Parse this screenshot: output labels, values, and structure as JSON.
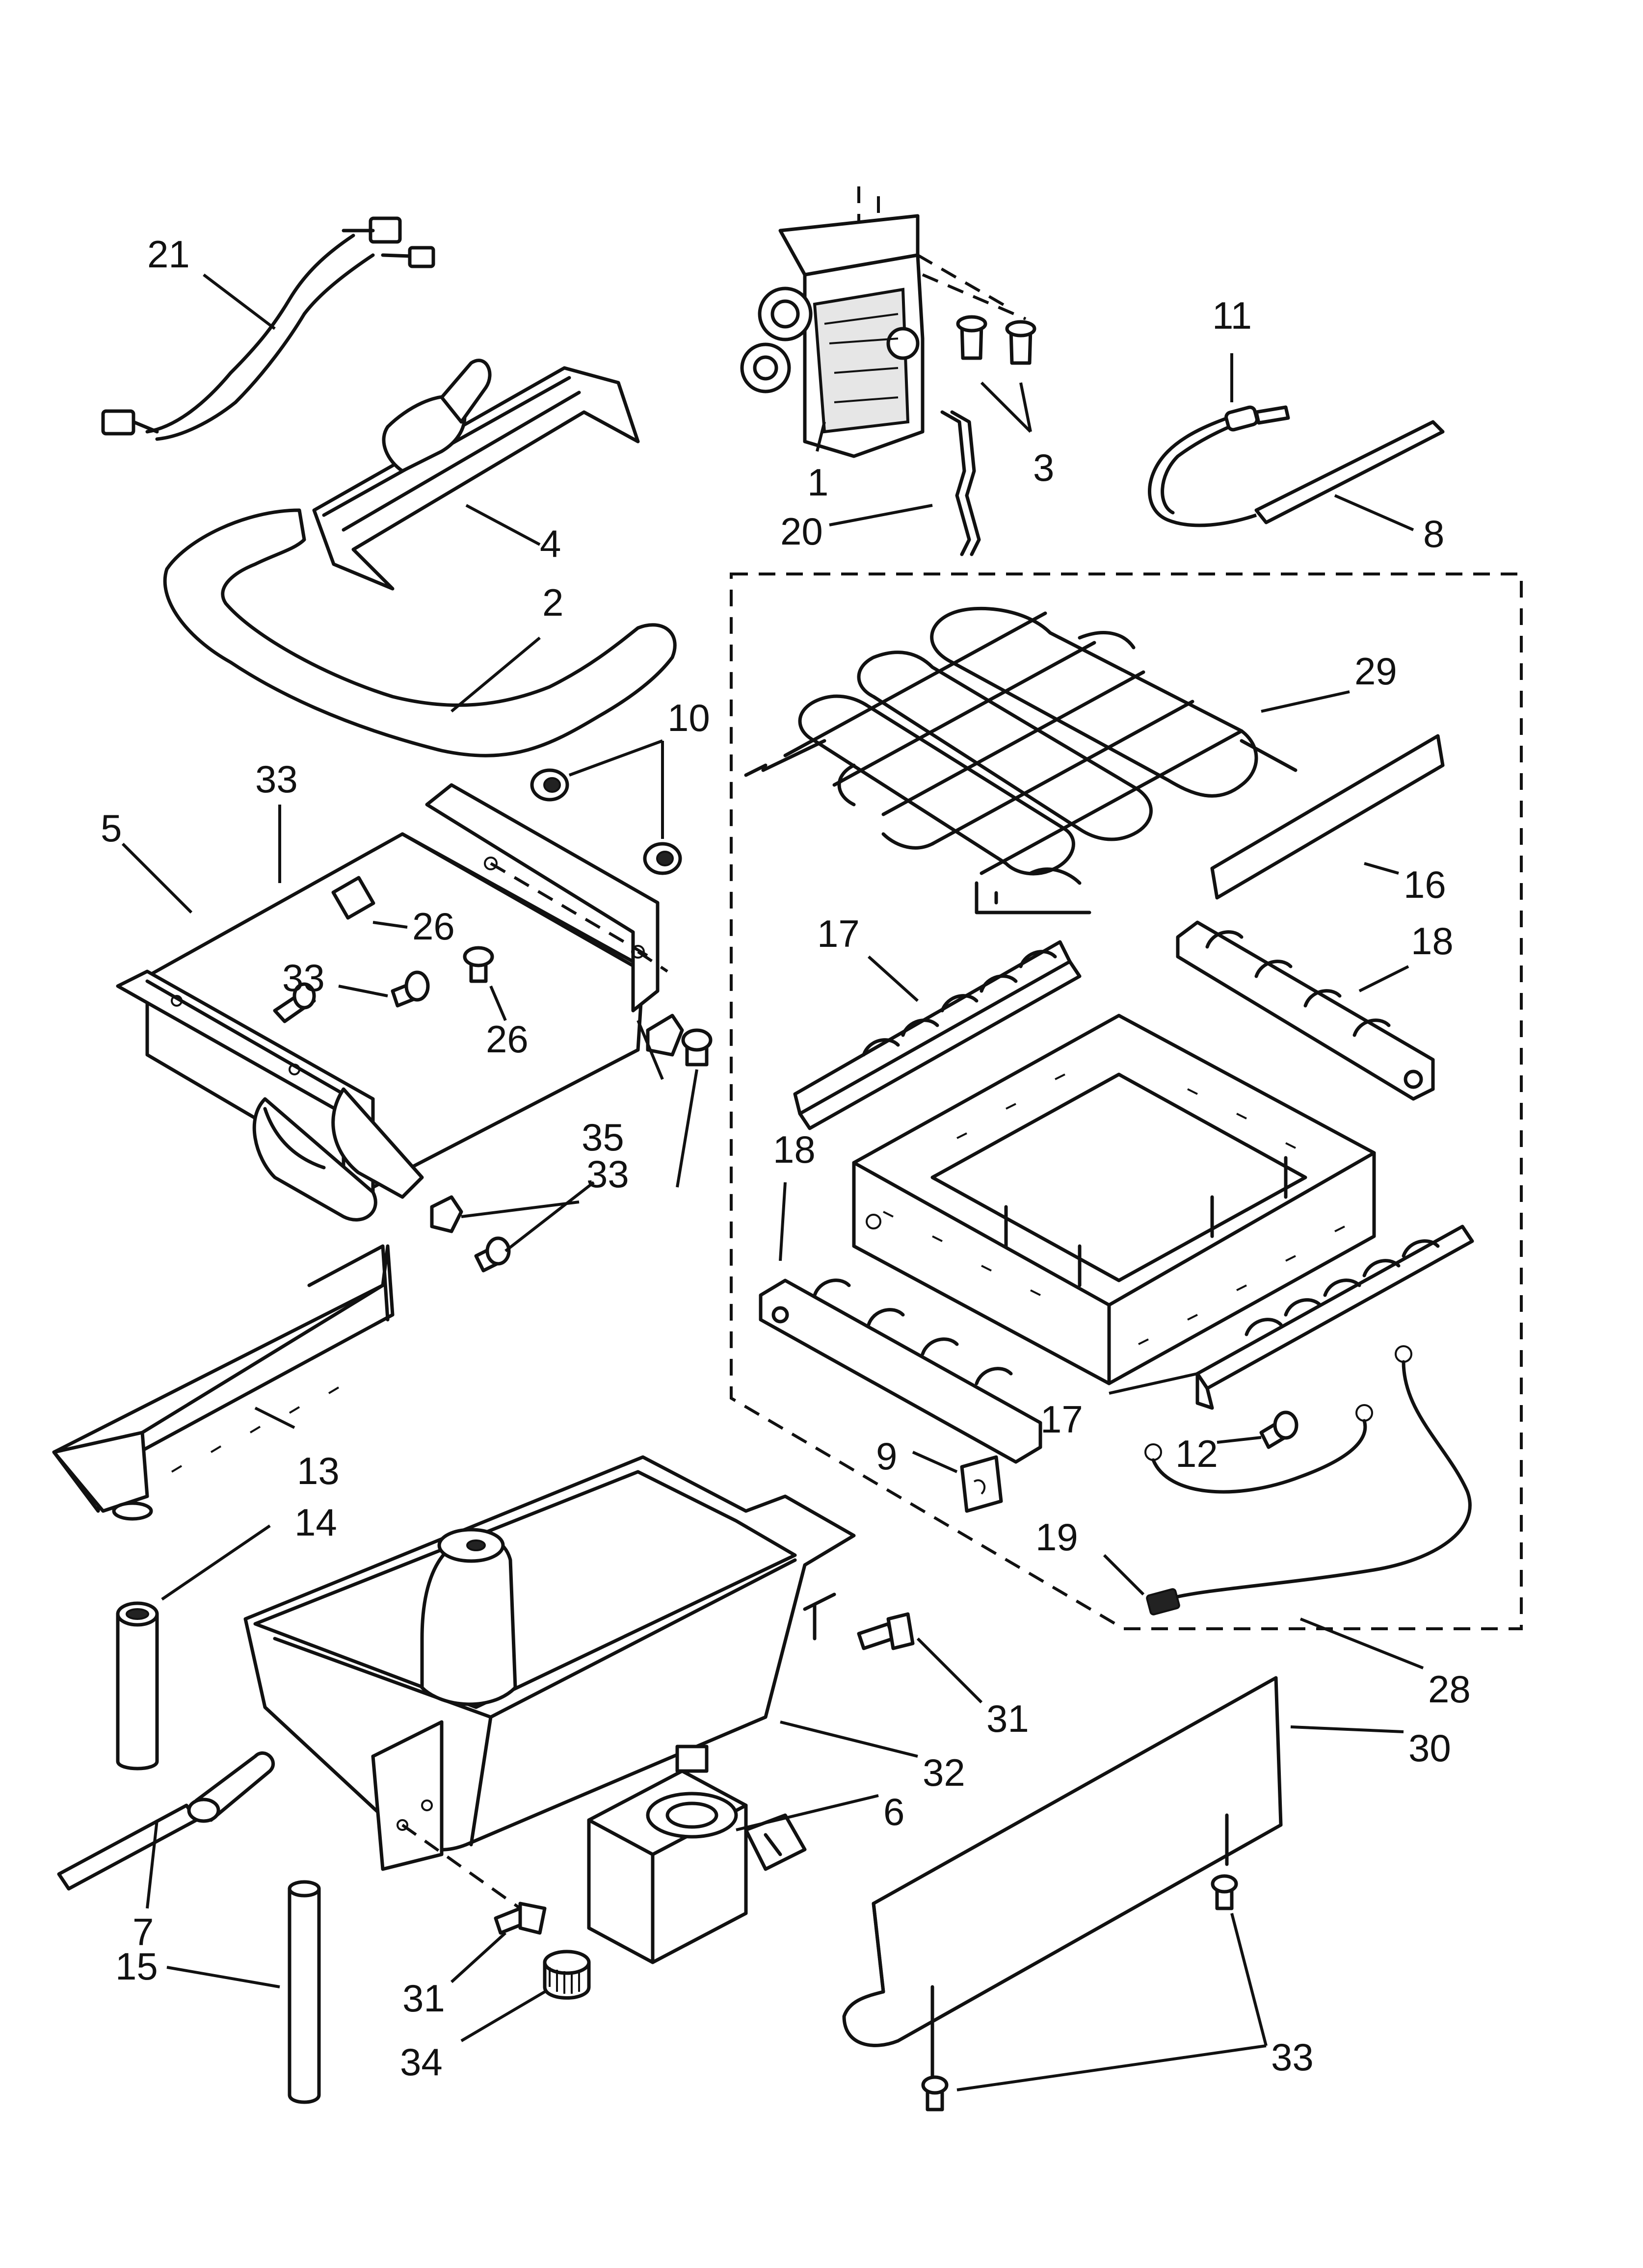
{
  "callouts": [
    {
      "label": "21",
      "part": "wire-harness"
    },
    {
      "label": "4",
      "part": "fill-tube-heater"
    },
    {
      "label": "2",
      "part": "fill-tube"
    },
    {
      "label": "1",
      "part": "ice-maker-control"
    },
    {
      "label": "3",
      "part": "screw-pair"
    },
    {
      "label": "20",
      "part": "clip"
    },
    {
      "label": "11",
      "part": "thermistor"
    },
    {
      "label": "8",
      "part": "sensor-tube"
    },
    {
      "label": "10",
      "part": "grommet"
    },
    {
      "label": "29",
      "part": "evaporator-coil"
    },
    {
      "label": "33",
      "part": "screw"
    },
    {
      "label": "5",
      "part": "bracket-assembly"
    },
    {
      "label": "26",
      "part": "screw"
    },
    {
      "label": "33",
      "part": "screw"
    },
    {
      "label": "26",
      "part": "screw"
    },
    {
      "label": "16",
      "part": "insulation-strip"
    },
    {
      "label": "17",
      "part": "rail"
    },
    {
      "label": "18",
      "part": "rail-with-clips"
    },
    {
      "label": "35",
      "part": "clip"
    },
    {
      "label": "33",
      "part": "screw"
    },
    {
      "label": "18",
      "part": "rail-with-clips"
    },
    {
      "label": "13",
      "part": "water-trough"
    },
    {
      "label": "17",
      "part": "rail"
    },
    {
      "label": "12",
      "part": "screw"
    },
    {
      "label": "9",
      "part": "clip"
    },
    {
      "label": "14",
      "part": "tube"
    },
    {
      "label": "19",
      "part": "ground-wire"
    },
    {
      "label": "31",
      "part": "screw"
    },
    {
      "label": "28",
      "part": "evaporator-assembly"
    },
    {
      "label": "32",
      "part": "reservoir"
    },
    {
      "label": "30",
      "part": "cover-panel"
    },
    {
      "label": "6",
      "part": "pump"
    },
    {
      "label": "7",
      "part": "hose"
    },
    {
      "label": "15",
      "part": "tube"
    },
    {
      "label": "31",
      "part": "screw"
    },
    {
      "label": "34",
      "part": "cap"
    },
    {
      "label": "33",
      "part": "screw"
    }
  ]
}
